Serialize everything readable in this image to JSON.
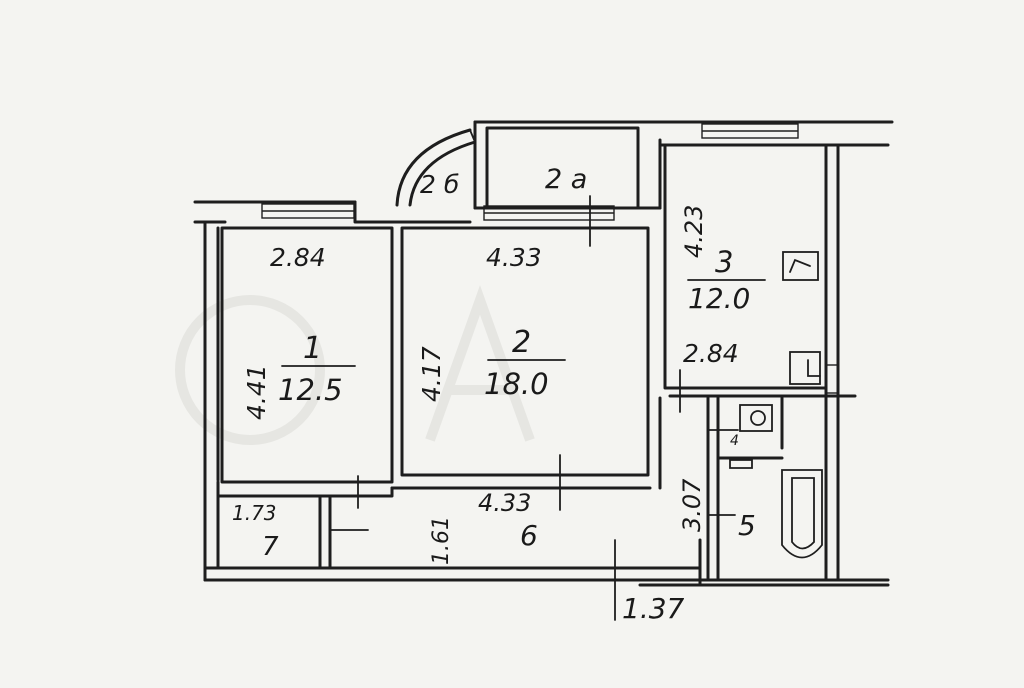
{
  "rooms": {
    "room1": {
      "number": "1",
      "area": "12.5",
      "width": "2.84",
      "length": "4.41"
    },
    "room2": {
      "number": "2",
      "area": "18.0",
      "width": "4.33",
      "length": "4.17"
    },
    "room3": {
      "number": "3",
      "area": "12.0",
      "length": "4.23",
      "width": "2.84"
    },
    "room2a": {
      "label": "2 a"
    },
    "room2b": {
      "label": "2 б"
    },
    "room4": {
      "number": "4"
    },
    "room5": {
      "number": "5",
      "length": "3.07"
    },
    "room6": {
      "number": "6",
      "length": "4.33",
      "width": "1.61"
    },
    "room7": {
      "number": "7",
      "width": "1.73"
    }
  },
  "extra_dimension": "1.37",
  "colors": {
    "ink": "#1e1e1e",
    "paper": "#f4f4f1"
  }
}
